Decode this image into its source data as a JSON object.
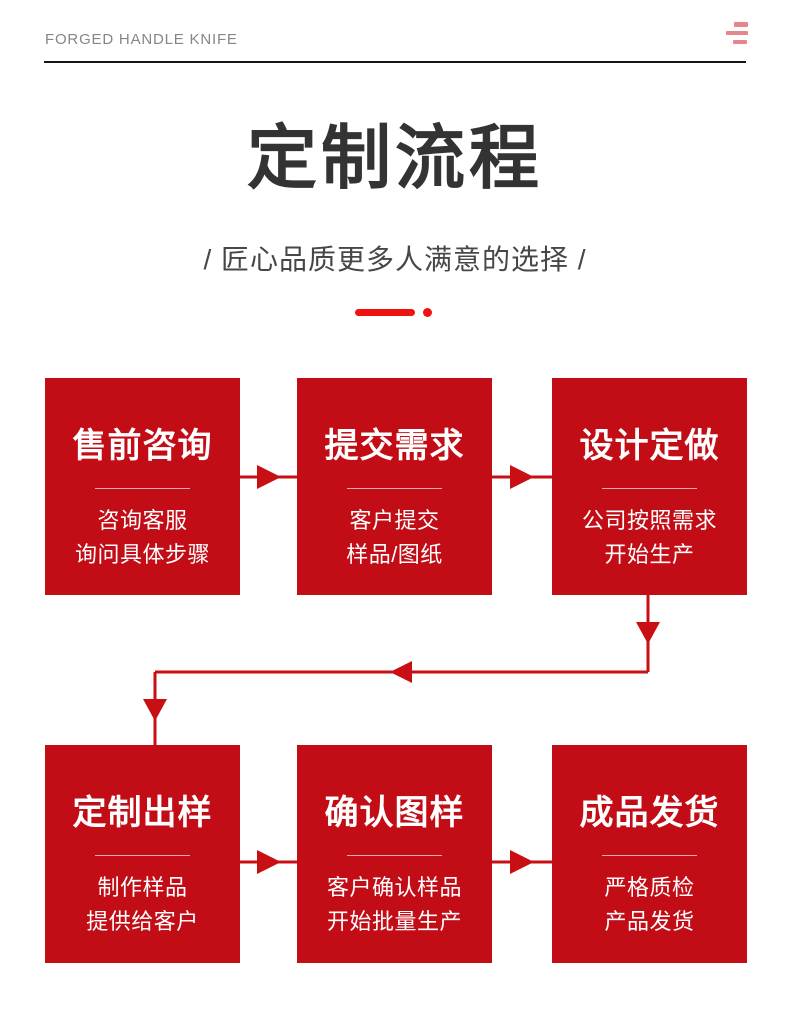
{
  "header": {
    "brand": "FORGED HANDLE KNIFE",
    "menu_icon": "hamburger-menu-icon"
  },
  "hero": {
    "title": "定制流程",
    "subtitle": "/ 匠心品质更多人满意的选择 /"
  },
  "flow": {
    "steps": [
      {
        "title": "售前咨询",
        "lines": [
          "咨询客服",
          "询问具体步骤"
        ]
      },
      {
        "title": "提交需求",
        "lines": [
          "客户提交",
          "样品/图纸"
        ]
      },
      {
        "title": "设计定做",
        "lines": [
          "公司按照需求",
          "开始生产"
        ]
      },
      {
        "title": "定制出样",
        "lines": [
          "制作样品",
          "提供给客户"
        ]
      },
      {
        "title": "确认图样",
        "lines": [
          "客户确认样品",
          "开始批量生产"
        ]
      },
      {
        "title": "成品发货",
        "lines": [
          "严格质检",
          "产品发货"
        ]
      }
    ]
  },
  "colors": {
    "box_red": "#c20d17",
    "connector_red": "#c80f14",
    "divider_red": "#f01111",
    "menu_icon_red": "#e4868b",
    "title_text": "#333333",
    "brand_text": "#868686"
  }
}
